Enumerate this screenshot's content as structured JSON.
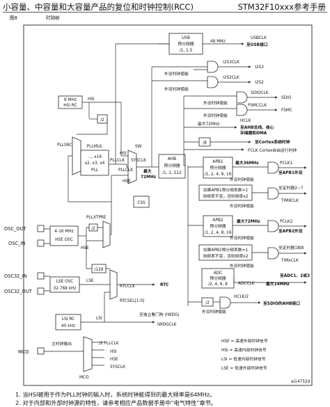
{
  "header": {
    "left": "小容量、中容量和大容量产品的复位和时钟控制(RCC)",
    "right": "STM32F10xxx参考手册"
  },
  "figure": {
    "number": "图8",
    "title": "时钟树"
  },
  "blocks": {
    "usb": [
      "USB",
      "预分频器",
      "/1, 1.5"
    ],
    "hsi_rc": [
      "8 MHz",
      "HSI RC"
    ],
    "div2": "/2",
    "pllmul": [
      "PLLMUL",
      "..., x16",
      "x2, x3, x4",
      "PLL"
    ],
    "pllsrc": "PLLSRC",
    "sw": "SW",
    "ahb": [
      "AHB",
      "预分频器",
      "/1, 2..512"
    ],
    "css": "CSS",
    "apb1": [
      "APB1",
      "预分频器",
      "/1, 2, 4, 8, 16"
    ],
    "apb2": [
      "APB2",
      "预分频器",
      "/1, 2, 4, 8, 16"
    ],
    "adc": [
      "ADC",
      "预分频器",
      "/2, 4, 6, 8"
    ],
    "hse_osc": [
      "4-16 MHz",
      "HSE OSC"
    ],
    "pllxtpre": "PLLXTPRE",
    "lse_osc": [
      "LSE OSC",
      "32.768 kHz"
    ],
    "div128": "/128",
    "rtcclk": "RTCCLK",
    "rtcsel": "RTCSEL[1:0]",
    "lsi_rc": [
      "LSI RC",
      "40 kHz"
    ],
    "div8": "/8",
    "div2_sdio": "/2",
    "apb1_mult": [
      "如果APB1预分频系数=1",
      "则频率不变，否则频率x2"
    ],
    "apb2_mult": [
      "如果APB2预分频系数=1",
      "则频率不变，否则频率x2"
    ]
  },
  "pins": [
    "OSC_OUT",
    "OSC_IN",
    "OSC32_IN",
    "OSC32_OUT",
    "MCO"
  ],
  "signals": {
    "f48": "48 MHz",
    "usbclk": "USBCLK",
    "usbclk_to": "至USB接口",
    "i2s3clk": "I2S3CLK",
    "i2s3": "I2S3",
    "i2s2clk": "I2S2CLK",
    "i2s2": "I2S2",
    "sdioclk": "SDIOCLK",
    "sdio": "SDIO",
    "fsmcclk": "FSMCCLK",
    "fsmc": "FSMC",
    "max72": "最大72MHz",
    "hclk": "HCLK",
    "hclk_to": [
      "至AHB总线、核心",
      "存储器和DMA"
    ],
    "cortex_to": "至Cortex系统时钟",
    "fclk": "FCLK Cortex自由运行时钟",
    "hsi": "HSI",
    "hse": "HSE",
    "pllclk": "PLLCLK",
    "sysclk": "SYSCLK",
    "sysclk_max": [
      "最大",
      "72MHz"
    ],
    "max36": "最大36MHz",
    "pclk1": "PCLK1",
    "pclk1_to": "至APB1外设",
    "timer_2_7": "至定时器2~7",
    "timxclk": "TIMXCLK",
    "pclk2": "PCLK2",
    "pclk2_to": "至APB2外设",
    "timer_1_8": "至定时器1和8",
    "timxclk2": "TIMxCLK",
    "adcclk": "ADCCLK",
    "adc_to": "至ADC1、2或3",
    "max14": "最大14MHz",
    "hclk2": "HCLK/2",
    "sdio_ahb": "至SDIO的AHB接口",
    "periph_en": "外设时钟使能",
    "lse": "LSE",
    "lsi": "LSI",
    "rtc": "RTC",
    "iwdg_to": "至独立看门狗 (IWDG)",
    "iwdgclk": "IWDGCLK",
    "mco_main": "主时钟输出",
    "mco_pllclk": "/2   PLLCLK",
    "mco_hsi": "HSI",
    "mco_hse": "HSE",
    "mco_sysclk": "SYSCLK"
  },
  "legend": [
    "HSE = 高速外部时钟信号",
    "HSI = 高速内部时钟信号",
    "LSI = 低速内部时钟信号",
    "LSE = 低速外部时钟信号"
  ],
  "code": "ai14752d",
  "notes": [
    "1.  当HSI被用于作为PLL时钟的输入时，系统时钟能得到的最大频率是64MHz。",
    "2.  对于内部和外部时钟源的特性，请参考相应产品数据手册中“电气特性”章节。"
  ]
}
